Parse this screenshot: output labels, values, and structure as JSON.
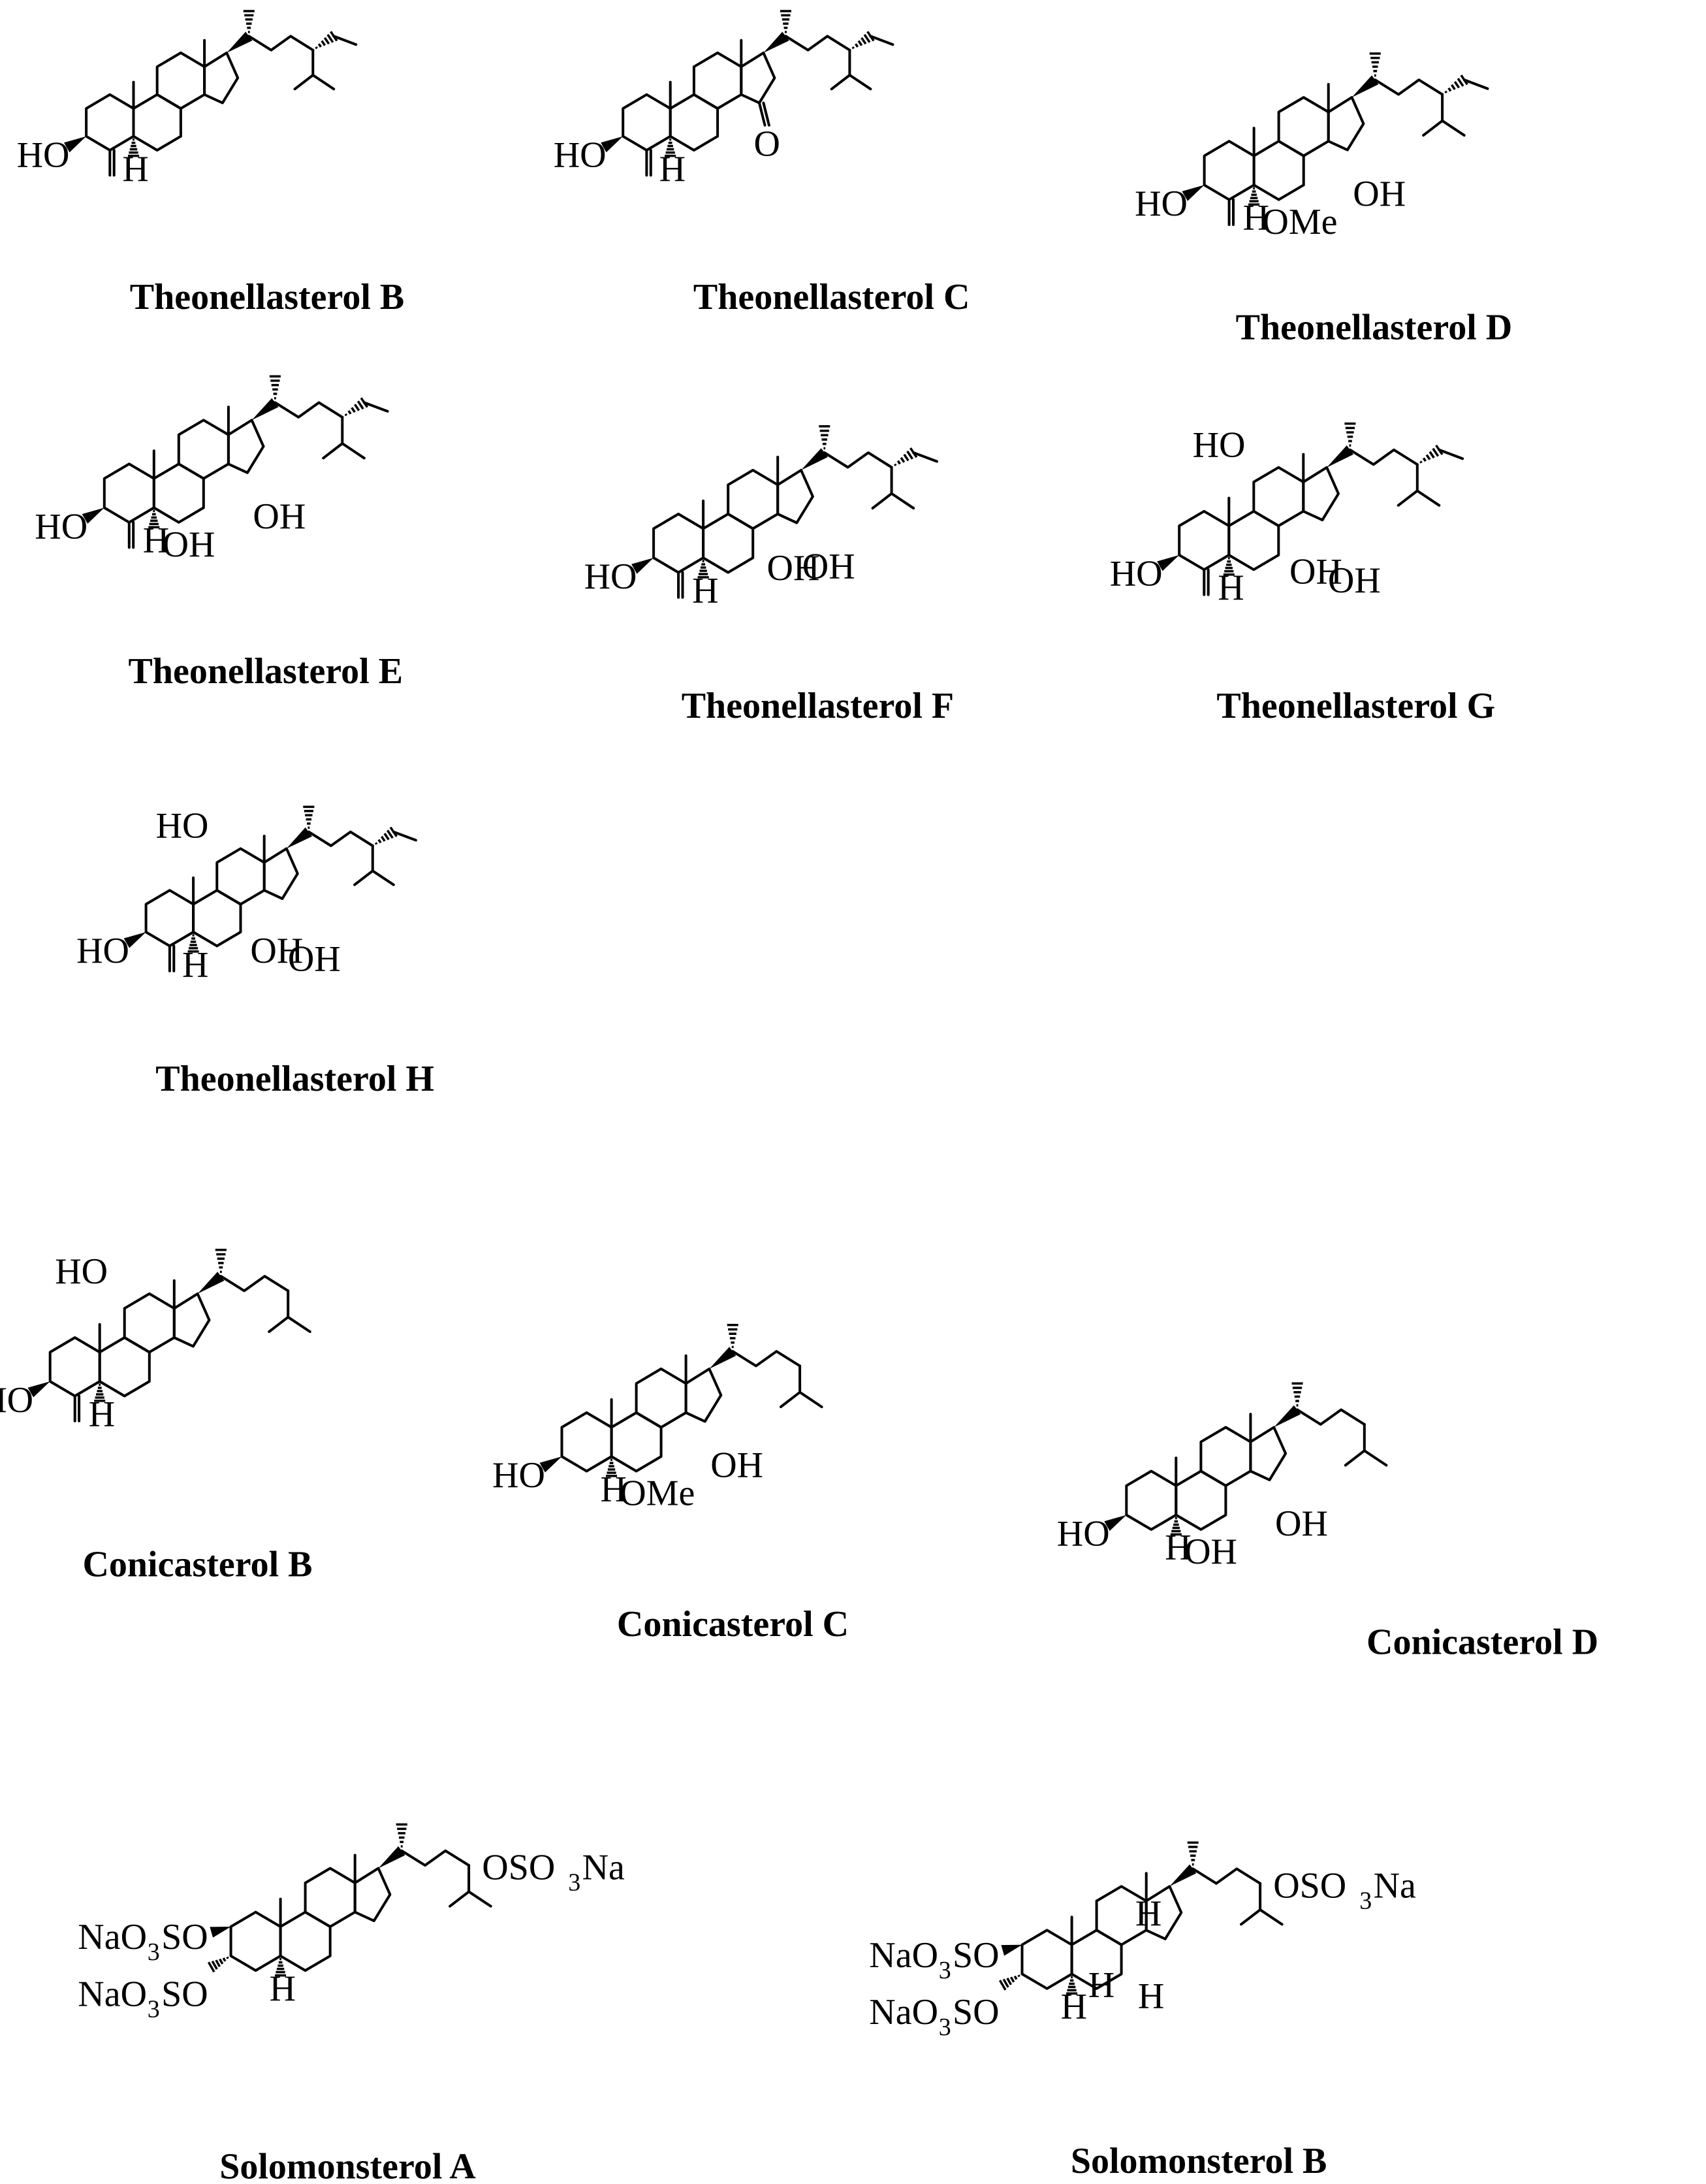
{
  "compounds": [
    {
      "name": "Theonellasterol B",
      "labels": [
        "HO",
        "H"
      ]
    },
    {
      "name": "Theonellasterol C",
      "labels": [
        "HO",
        "H",
        "O"
      ]
    },
    {
      "name": "Theonellasterol D",
      "labels": [
        "HO",
        "H",
        "OMe",
        "OH"
      ]
    },
    {
      "name": "Theonellasterol E",
      "labels": [
        "HO",
        "H",
        "OH",
        "OH"
      ]
    },
    {
      "name": "Theonellasterol F",
      "labels": [
        "HO",
        "H",
        "OH",
        "OH"
      ]
    },
    {
      "name": "Theonellasterol G",
      "labels": [
        "HO",
        "HO",
        "H",
        "OH",
        "OH"
      ]
    },
    {
      "name": "Theonellasterol H",
      "labels": [
        "HO",
        "HO",
        "H",
        "OH",
        "OH"
      ]
    },
    {
      "name": "Conicasterol B",
      "labels": [
        "HO",
        "HO",
        "H"
      ]
    },
    {
      "name": "Conicasterol C",
      "labels": [
        "HO",
        "H",
        "OMe",
        "OH"
      ]
    },
    {
      "name": "Conicasterol D",
      "labels": [
        "HO",
        "H",
        "OH",
        "OH"
      ]
    },
    {
      "name": "Solomonsterol A",
      "labels": [
        "NaO",
        "3",
        "SO",
        "NaO",
        "3",
        "SO",
        "H",
        "OSO",
        "3",
        "Na"
      ]
    },
    {
      "name": "Solomonsterol B",
      "labels": [
        "NaO",
        "3",
        "SO",
        "NaO",
        "3",
        "SO",
        "H",
        "H",
        "H",
        "H",
        "OSO",
        "3",
        "Na"
      ]
    }
  ]
}
